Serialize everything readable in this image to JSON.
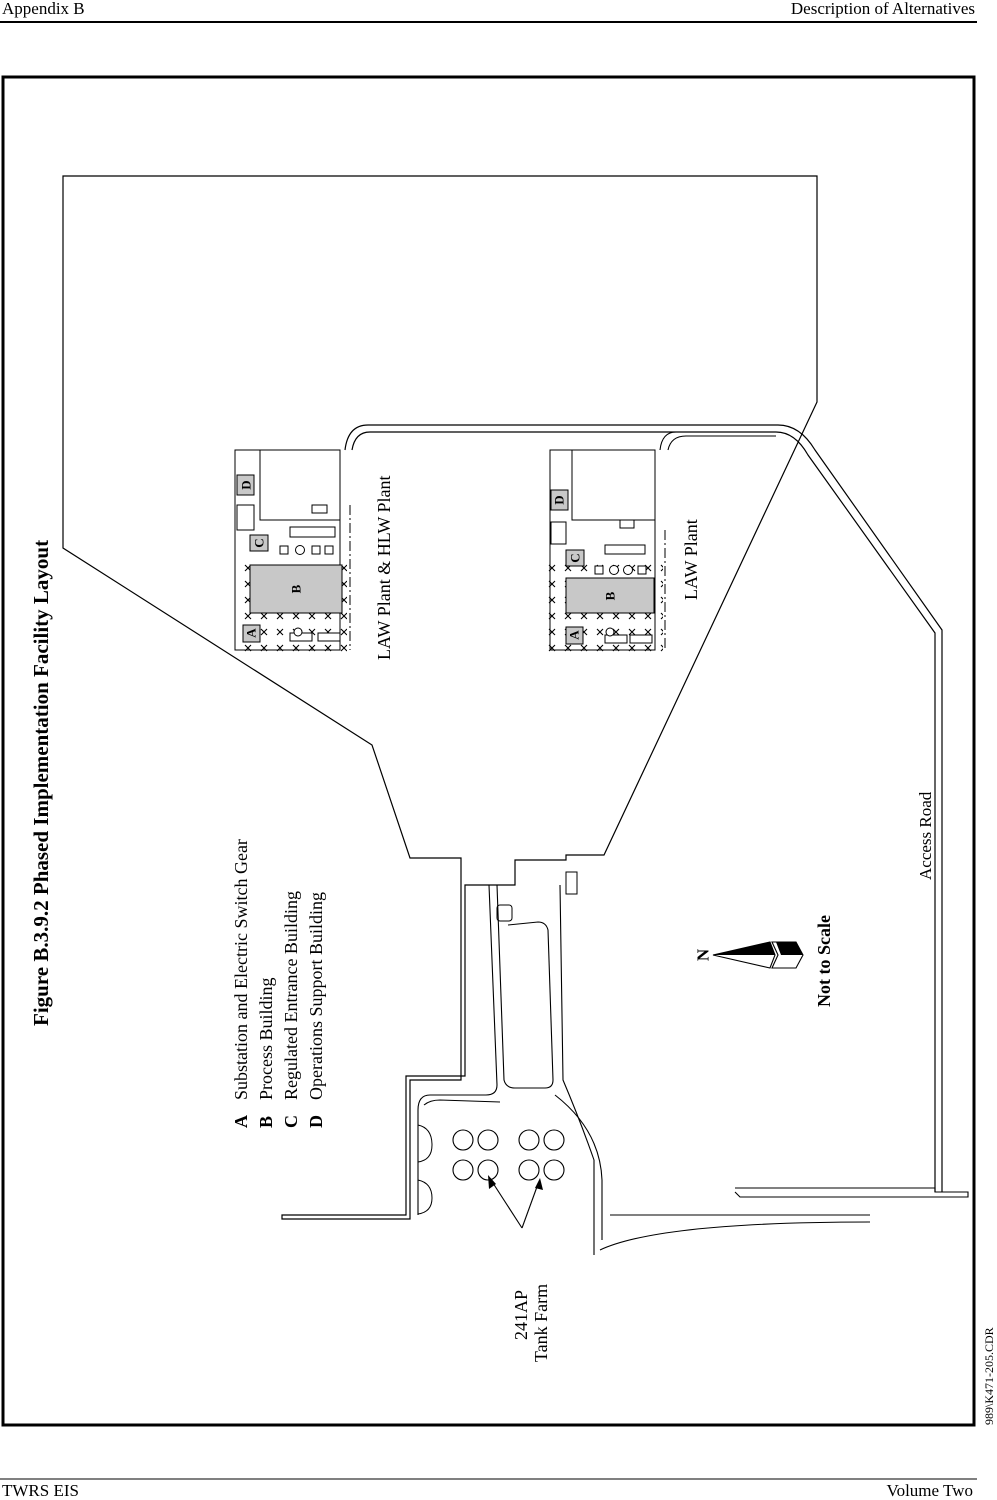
{
  "header": {
    "left": "Appendix B",
    "right": "Description of Alternatives"
  },
  "footer": {
    "left": "TWRS EIS",
    "right": "Volume Two"
  },
  "figure": {
    "title": "Figure B.3.9.2  Phased Implementation Facility Layout",
    "legend": [
      {
        "key": "A",
        "label": "Substation and Electric Switch Gear"
      },
      {
        "key": "B",
        "label": "Process Building"
      },
      {
        "key": "C",
        "label": "Regulated Entrance Building"
      },
      {
        "key": "D",
        "label": "Operations Support Building"
      }
    ],
    "plant_labels": {
      "upper": "LAW Plant & HLW Plant",
      "lower": "LAW Plant"
    },
    "building_keys": {
      "a": "A",
      "b": "B",
      "c": "C",
      "d": "D"
    },
    "access_road": "Access Road",
    "not_to_scale": "Not to Scale",
    "north_label": "N",
    "tank_farm": {
      "line1": "241AP",
      "line2": "Tank Farm"
    },
    "file_code": "989\\K471-205.CDR"
  }
}
